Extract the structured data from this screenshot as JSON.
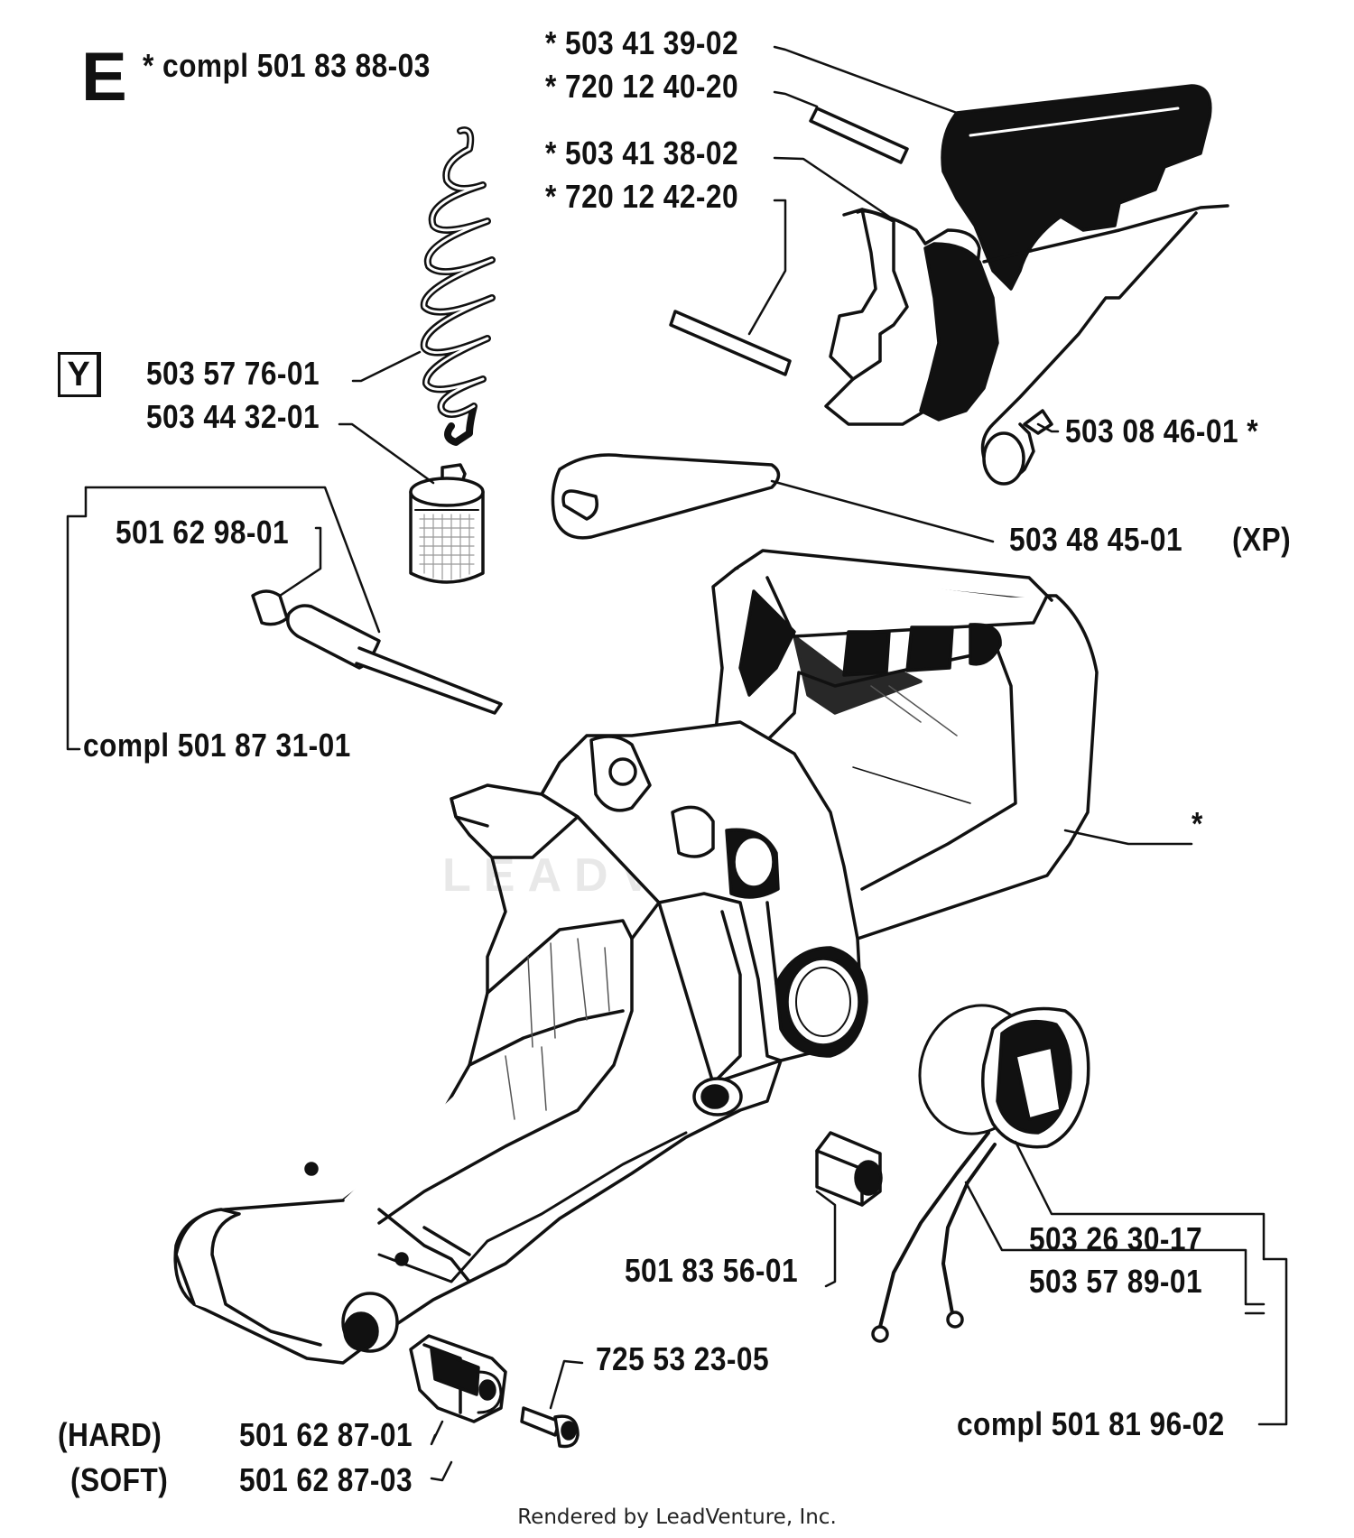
{
  "diagram": {
    "section_letter": "E",
    "tool_symbol": "Y",
    "watermark": "LEADVENTURE",
    "credit": "Rendered by LeadVenture, Inc.",
    "labels": {
      "compl_top": "*  compl 501 83 88-03",
      "p1": "*  503 41 39-02",
      "p2": "*  720 12 40-20",
      "p3": "*  503 41 38-02",
      "p4": "*  720 12 42-20",
      "p5": "503 57 76-01",
      "p6": "503 44 32-01",
      "p7": "503 08 46-01  *",
      "p8": "501 62 98-01",
      "p9": "503 48 45-01",
      "xp": "(XP)",
      "compl_left": "compl 501 87 31-01",
      "star": "*",
      "p10": "501 83 56-01",
      "p11": "503 26 30-17",
      "p12": "503 57 89-01",
      "p13": "725 53 23-05",
      "hard": "(HARD)",
      "soft": "(SOFT)",
      "p14": "501 62 87-01",
      "p15": "501 62 87-03",
      "compl_right": "compl 501 81 96-02"
    }
  }
}
